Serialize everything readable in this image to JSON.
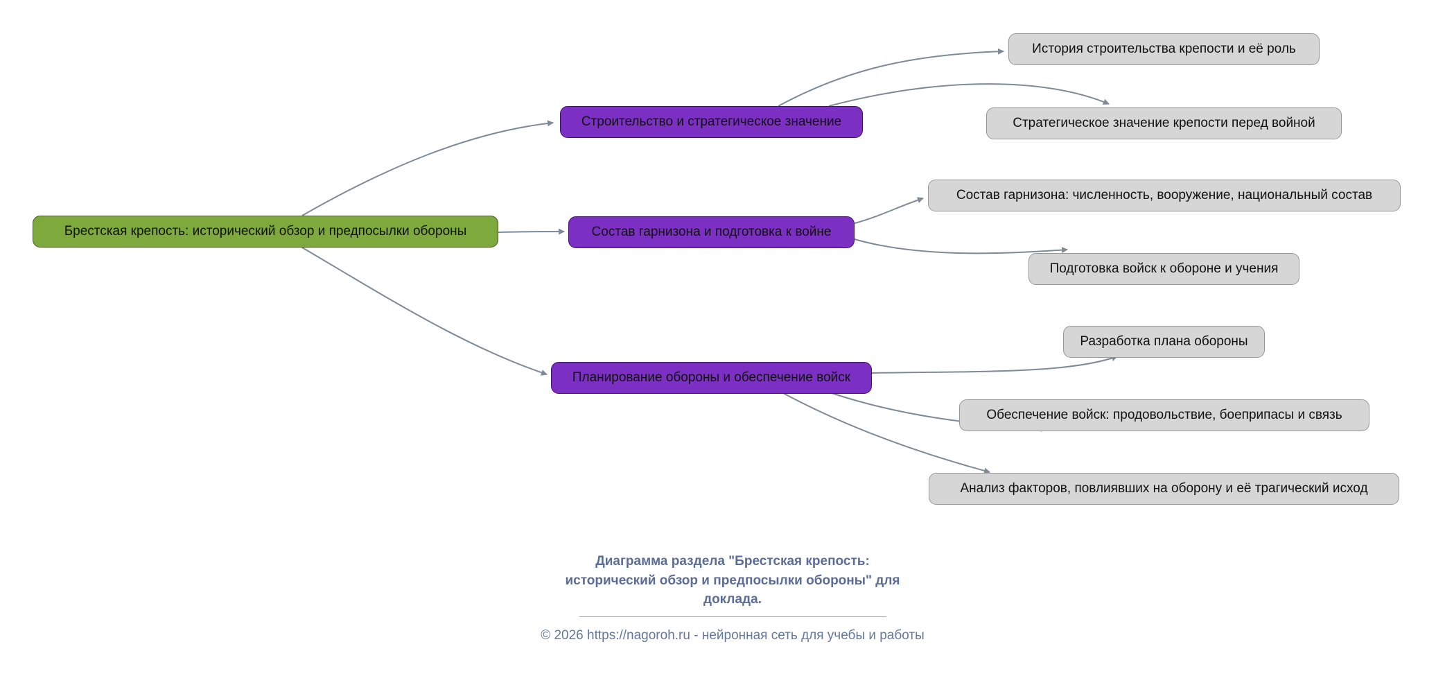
{
  "diagram": {
    "root": {
      "label": "Брестская крепость: исторический обзор и предпосылки обороны"
    },
    "branches": [
      {
        "label": "Строительство и стратегическое значение"
      },
      {
        "label": "Состав гарнизона и подготовка к войне"
      },
      {
        "label": "Планирование обороны и обеспечение войск"
      }
    ],
    "leaves": [
      {
        "label": "История строительства крепости и её роль"
      },
      {
        "label": "Стратегическое значение крепости перед войной"
      },
      {
        "label": "Состав гарнизона: численность, вооружение, национальный состав"
      },
      {
        "label": "Подготовка войск к обороне и учения"
      },
      {
        "label": "Разработка плана обороны"
      },
      {
        "label": "Обеспечение войск: продовольствие, боеприпасы и связь"
      },
      {
        "label": "Анализ факторов, повлиявших на оборону и её трагический исход"
      }
    ],
    "colors": {
      "root_fill": "#7ea93c",
      "branch_fill": "#7b2fc3",
      "leaf_fill": "#d6d6d6",
      "edge": "#7d8a97"
    }
  },
  "caption": {
    "title": "Диаграмма раздела \"Брестская крепость:\nисторический обзор и предпосылки обороны\" для\nдоклада.",
    "footer": "© 2026 https://nagoroh.ru - нейронная сеть для учебы и работы"
  }
}
